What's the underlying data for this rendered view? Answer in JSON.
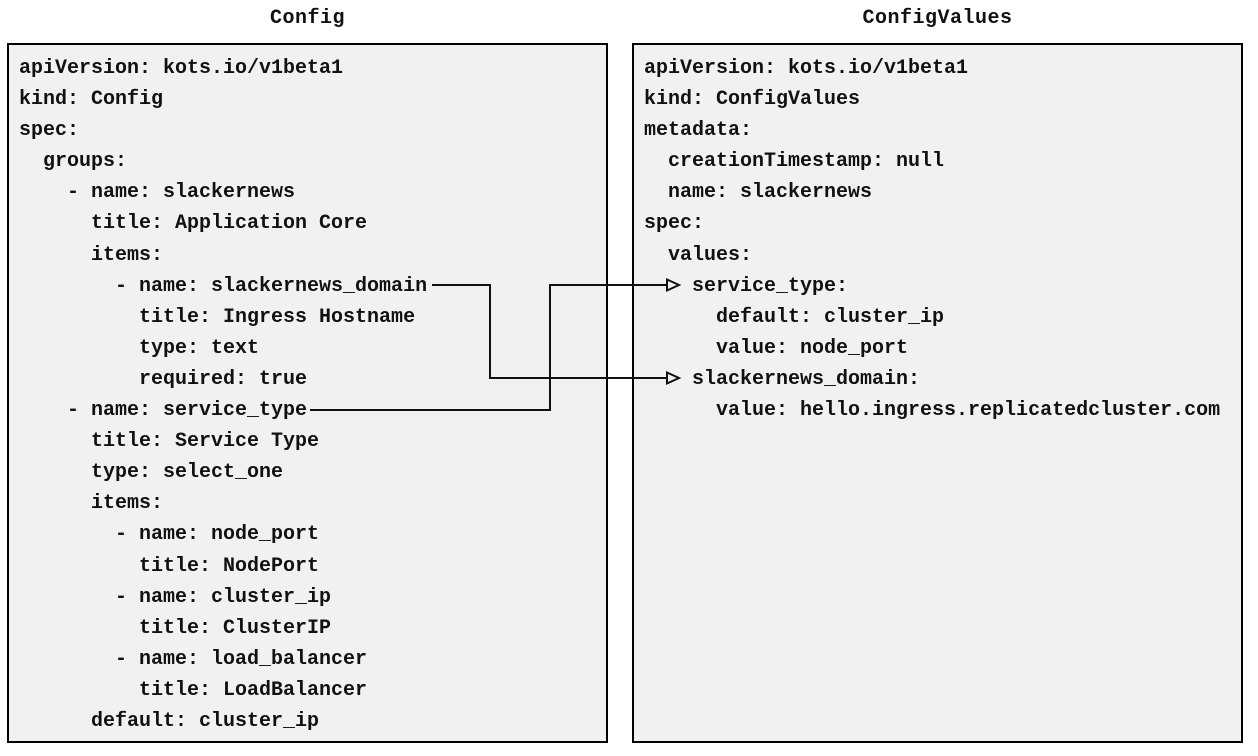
{
  "diagram": {
    "left_panel": {
      "title": "Config",
      "lines": [
        "apiVersion: kots.io/v1beta1",
        "kind: Config",
        "spec:",
        "  groups:",
        "    - name: slackernews",
        "      title: Application Core",
        "      items:",
        "        - name: slackernews_domain",
        "          title: Ingress Hostname",
        "          type: text",
        "          required: true",
        "    - name: service_type",
        "      title: Service Type",
        "      type: select_one",
        "      items:",
        "        - name: node_port",
        "          title: NodePort",
        "        - name: cluster_ip",
        "          title: ClusterIP",
        "        - name: load_balancer",
        "          title: LoadBalancer",
        "      default: cluster_ip"
      ]
    },
    "right_panel": {
      "title": "ConfigValues",
      "lines": [
        "apiVersion: kots.io/v1beta1",
        "kind: ConfigValues",
        "metadata:",
        "  creationTimestamp: null",
        "  name: slackernews",
        "spec:",
        "  values:",
        "    service_type:",
        "      default: cluster_ip",
        "      value: node_port",
        "    slackernews_domain:",
        "      value: hello.ingress.replicatedcluster.com"
      ]
    },
    "connections": [
      {
        "from": "Config item slackernews_domain",
        "to": "ConfigValues spec.values.slackernews_domain"
      },
      {
        "from": "Config item service_type",
        "to": "ConfigValues spec.values.service_type"
      }
    ],
    "colors": {
      "panel_background": "#f1f1f1",
      "panel_border": "#000000",
      "text": "#111111",
      "arrow": "#111111"
    }
  }
}
